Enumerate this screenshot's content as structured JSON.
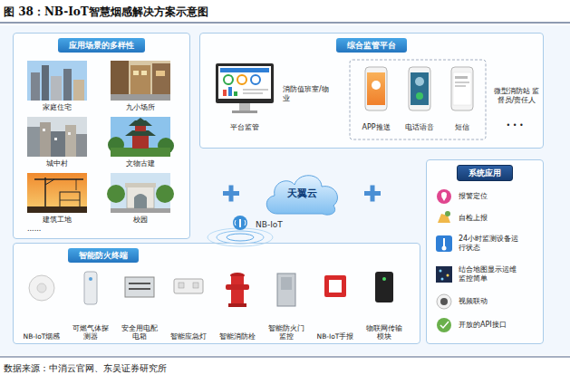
{
  "diagram": {
    "title": "图 38：NB-IoT智慧烟感解决方案示意图",
    "caption": "数据来源：中消云官网、东吴证券研究所",
    "nodes": [
      {
        "text": [
          "应用场景的多样性"
        ]
      },
      {
        "text": [
          "家庭住宅"
        ],
        "in": 0
      },
      {
        "text": [
          "九小场所"
        ],
        "in": 0
      },
      {
        "text": [
          "城中村"
        ],
        "in": 0
      },
      {
        "text": [
          "文物古建"
        ],
        "in": 0
      },
      {
        "text": [
          "建筑工地"
        ],
        "in": 0
      },
      {
        "text": [
          "校园"
        ],
        "in": 0
      },
      {
        "text": [
          "综合监管平台"
        ]
      },
      {
        "text": [
          "平台监管"
        ],
        "in": 7
      },
      {
        "text": [
          "APP推送"
        ],
        "in": 7
      },
      {
        "text": [
          "电话语音"
        ],
        "in": 7
      },
      {
        "text": [
          "短信"
        ],
        "in": 7
      },
      {
        "text": [
          "天翼云"
        ]
      },
      {
        "text": [
          "系统应用"
        ]
      },
      {
        "text": [
          "报警定位"
        ],
        "in": 13
      },
      {
        "text": [
          "自检上报"
        ],
        "in": 13
      },
      {
        "text": [
          "24小时监测设备运行状态"
        ],
        "in": 13
      },
      {
        "text": [
          "结合地图显示运维监控简单"
        ],
        "in": 13
      },
      {
        "text": [
          "视频联动"
        ],
        "in": 13
      },
      {
        "text": [
          "开放的API接口"
        ],
        "in": 13
      },
      {
        "text": [
          "智能防火终端"
        ]
      },
      {
        "text": [
          "NB-IoT烟感"
        ],
        "in": 20
      },
      {
        "text": [
          "可燃气体探测器"
        ],
        "in": 20
      },
      {
        "text": [
          "安全用电配电箱"
        ],
        "in": 20
      },
      {
        "text": [
          "智能应急灯"
        ],
        "in": 20
      },
      {
        "text": [
          "智能消防栓"
        ],
        "in": 20
      },
      {
        "text": [
          "智能防火门监控"
        ],
        "in": 20
      },
      {
        "text": [
          "NB-IoT手报"
        ],
        "in": 20
      },
      {
        "text": [
          "物联网传输模块"
        ],
        "in": 20
      }
    ],
    "labels": [
      "......",
      "消防值班室/物业",
      "微型消防站 监督员/责任人",
      "• • •",
      "NB-IoT"
    ]
  }
}
